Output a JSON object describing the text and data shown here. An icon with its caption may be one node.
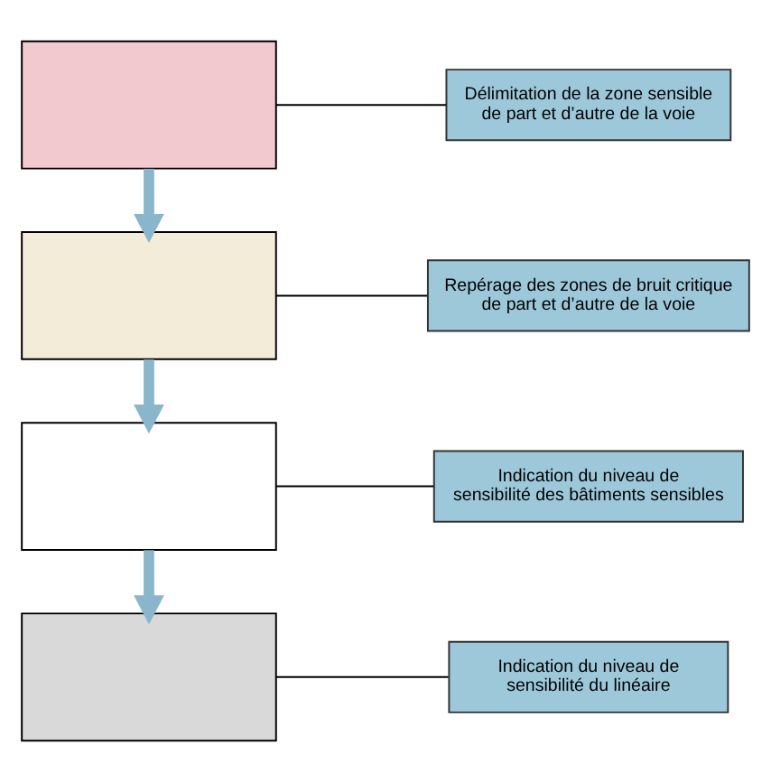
{
  "diagram": {
    "nodes": [
      {
        "text": [],
        "shape": "box"
      },
      {
        "text": [
          "Délimitation de la zone sensible de part et d’autre de la voie"
        ]
      },
      {
        "text": [],
        "shape": "box"
      },
      {
        "text": [
          "Repérage des zones de bruit critique de part et d’autre de la voie"
        ]
      },
      {
        "text": [],
        "shape": "box"
      },
      {
        "text": [
          "Indication du niveau de sensibilité des bâtiments sensibles"
        ]
      },
      {
        "text": [],
        "shape": "box"
      },
      {
        "text": [
          "Indication du niveau de sensibilité du linéaire"
        ]
      }
    ],
    "edges": [
      {
        "from": 0,
        "to": 1,
        "arrow": "none"
      },
      {
        "from": 0,
        "to": 2,
        "arrow": "to",
        "style": "thick",
        "color": "#8ab6cc"
      },
      {
        "from": 2,
        "to": 3,
        "arrow": "none"
      },
      {
        "from": 2,
        "to": 4,
        "arrow": "to",
        "style": "thick",
        "color": "#8ab6cc"
      },
      {
        "from": 4,
        "to": 5,
        "arrow": "none"
      },
      {
        "from": 4,
        "to": 6,
        "arrow": "to",
        "style": "thick",
        "color": "#8ab6cc"
      },
      {
        "from": 6,
        "to": 7,
        "arrow": "none"
      }
    ]
  }
}
